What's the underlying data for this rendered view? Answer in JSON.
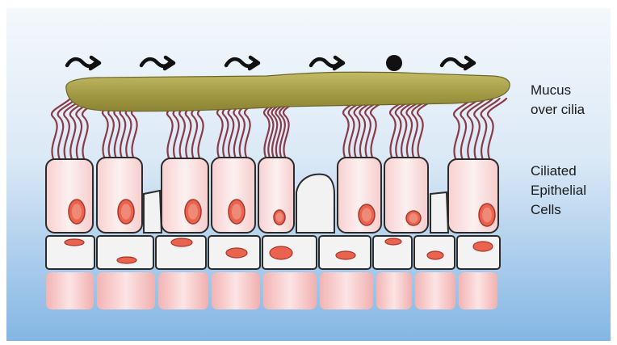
{
  "labels": {
    "mucus": [
      "Mucus",
      "over cilia"
    ],
    "ciliated": [
      "Ciliated",
      "Epithelial",
      "Cells"
    ]
  },
  "colors": {
    "background_top": "#eef4fb",
    "background_bottom": "#8cbbe6",
    "mucus": "#a39a45",
    "cilia": "#8a3a46",
    "cell_fill": "#fbe2e2",
    "goblet_fill": "#f2f2f2",
    "nucleus": "#e9634e",
    "outline": "#2b2b2b"
  },
  "flow_symbols": [
    "arrow",
    "arrow",
    "arrow",
    "arrow",
    "particle",
    "arrow"
  ]
}
